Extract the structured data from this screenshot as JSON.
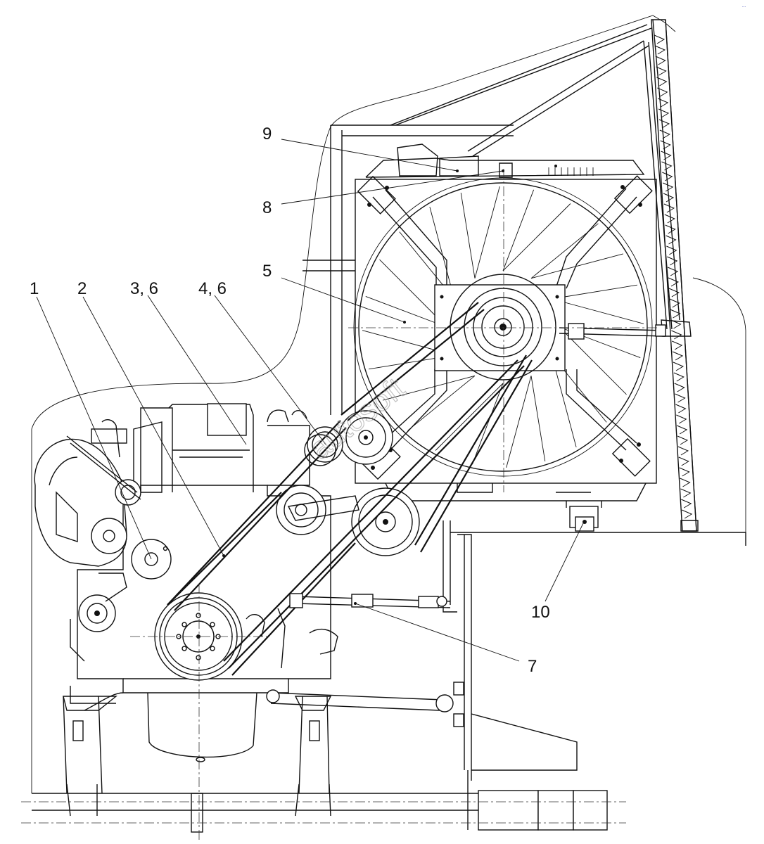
{
  "callouts": [
    {
      "id": "c1",
      "text": "1"
    },
    {
      "id": "c2",
      "text": "2"
    },
    {
      "id": "c36",
      "text": "3, 6"
    },
    {
      "id": "c46",
      "text": "4, 6"
    },
    {
      "id": "c5",
      "text": "5"
    },
    {
      "id": "c8",
      "text": "8"
    },
    {
      "id": "c9",
      "text": "9"
    },
    {
      "id": "c7",
      "text": "7"
    },
    {
      "id": "c10",
      "text": "10"
    }
  ],
  "watermark": "autosoft",
  "corner_mark": "..."
}
